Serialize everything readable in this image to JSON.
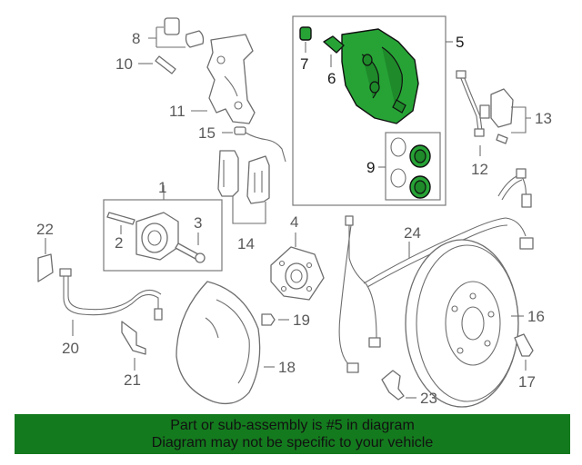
{
  "callouts": {
    "c1": "1",
    "c2": "2",
    "c3": "3",
    "c4": "4",
    "c5": "5",
    "c6": "6",
    "c7": "7",
    "c8": "8",
    "c9": "9",
    "c10": "10",
    "c11": "11",
    "c12": "12",
    "c13": "13",
    "c14": "14",
    "c15": "15",
    "c16": "16",
    "c17": "17",
    "c18": "18",
    "c19": "19",
    "c20": "20",
    "c21": "21",
    "c22": "22",
    "c23": "23",
    "c24": "24"
  },
  "banner": {
    "line1": "Part or sub-assembly is #5 in diagram",
    "line2": "Diagram may not be specific to your vehicle"
  },
  "colors": {
    "highlight": "#27a336",
    "banner_bg": "#147a1e",
    "line_art": "#6e6e6e"
  }
}
